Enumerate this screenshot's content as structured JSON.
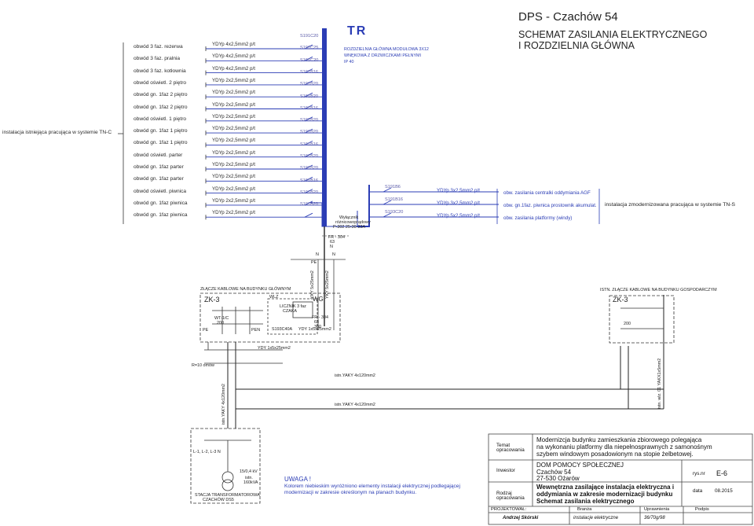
{
  "header": {
    "title": "DPS - Czachów 54",
    "subtitle_line1": "SCHEMAT ZASILANIA ELEKTRYCZNEGO",
    "subtitle_line2": "I ROZDZIELNIA GŁÓWNA"
  },
  "distribution_board": {
    "code": "TR",
    "desc_line1": "ROZDZIELNIA GŁÓWNA MODUŁOWA 3X12",
    "desc_line2": "WNĘKOWA Z DRZWICZKAMI PEŁNYMI",
    "desc_line3": "IP 40"
  },
  "existing_installation_label": "instalacja istniejąca pracująca w systemie TN-C",
  "modernized_installation_label": "instalacja zmodernizowana pracująca w systemie TN-S",
  "left_circuits": [
    {
      "name": "obwód 3 faz. rezerwa",
      "cable": "YDYp 4x2,5mm2  p/t",
      "breaker": "S191C20"
    },
    {
      "name": "obwód 3 faz. pralnia",
      "cable": "YDYp 4x2,5mm2  p/t",
      "breaker": "S191C25"
    },
    {
      "name": "obwód 3 faz. kotłownia",
      "cable": "YDYp 4x2,5mm2  p/t",
      "breaker": "S191C20"
    },
    {
      "name": "obwód oświetl. 2 piętro",
      "cable": "YDYp 2x2,5mm2  p/t",
      "breaker": "S191B16"
    },
    {
      "name": "obwód gn. 1faz 2 piętro",
      "cable": "YDYp 2x2,5mm2  p/t",
      "breaker": "S191B20"
    },
    {
      "name": "obwód gn. 1faz 2 piętro",
      "cable": "YDYp 2x2,5mm2  p/t",
      "breaker": "S191B20"
    },
    {
      "name": "obwód oświetl. 1 piętro",
      "cable": "YDYp 2x2,5mm2  p/t",
      "breaker": "S191B16"
    },
    {
      "name": "obwód gn. 1faz 1 piętro",
      "cable": "YDYp 2x2,5mm2  p/t",
      "breaker": "S191B20"
    },
    {
      "name": "obwód gn. 1faz 1 piętro",
      "cable": "YDYp 2x2,5mm2  p/t",
      "breaker": "S191B20"
    },
    {
      "name": "obwód oświetl. parter",
      "cable": "YDYp 2x2,5mm2  p/t",
      "breaker": "S191B16"
    },
    {
      "name": "obwód gn. 1faz parter",
      "cable": "YDYp 2x2,5mm2  p/t",
      "breaker": "S191B20"
    },
    {
      "name": "obwód gn. 1faz parter",
      "cable": "YDYp 2x2,5mm2  p/t",
      "breaker": "S191B20"
    },
    {
      "name": "obwód oświetl. piwnica",
      "cable": "YDYp 2x2,5mm2  p/t",
      "breaker": "S191B16"
    },
    {
      "name": "obwód gn. 1faz piwnica",
      "cable": "YDYp 2x2,5mm2  p/t",
      "breaker": "S191B20"
    },
    {
      "name": "obwód gn. 1faz piwnica",
      "cable": "YDYp 2x2,5mm2  p/t",
      "breaker": "S191B20"
    }
  ],
  "right_circuits": [
    {
      "breaker": "S191B6",
      "cable": "YDYp 3x2,5mm2  p/t",
      "name": "obw. zasilania centralki oddymiania AGF"
    },
    {
      "breaker": "S191B16",
      "cable": "YDYp 3x2,5mm2  p/t",
      "name": "obw. gn.1faz. piwnica prostownik akumulat."
    },
    {
      "breaker": "S193C20",
      "cable": "YDYp 5x2,5mm2  p/t",
      "name": "obw. zasilania platformy (windy)"
    }
  ],
  "main_switch": {
    "line1": "Wyłącznik",
    "line2": "różnicowoprądowy",
    "line3": "P-302 25-30-33A"
  },
  "surge": {
    "l1": "FR - 304",
    "l2": "63",
    "l3": "N"
  },
  "pen_labels": {
    "n1": "N",
    "n2": "N",
    "pe": "PE"
  },
  "cable_vertical": {
    "c1": "YKY 5x25mm2",
    "c2": "YKY 5x25mm2"
  },
  "zk_left": {
    "title": "ZŁĄCZE KABLOWE NA BUDYNKU GŁÓWNYM",
    "code": "ZK-3",
    "fuse_l": "WT-1/C",
    "fuse_v": "200",
    "pe_label": "PE",
    "pen_label": "PEN"
  },
  "meter": {
    "line1": "LICZNIK 3 faz",
    "line2": "CZAKA",
    "wlz_label": "WLZ",
    "wg_label": "WG",
    "brk": "S193C40A",
    "cable": "YDY 1x5x25mm2"
  },
  "wg": {
    "brk": "FR - 304",
    "v1": "63",
    "v2": "300"
  },
  "zk_cable_bottom": "YDY 1x5x25mm2",
  "rz": "R=10 omów",
  "zk_right": {
    "title": "ISTN. ZŁĄCZE KABLOWE NA BUDYNKU GOSPODARCZYM",
    "code": "ZK-3",
    "fuse_v": "200"
  },
  "cables_horizontal": {
    "upper": "istn.YAKY 4x120mm2",
    "lower": "istn.YAKY 4x120mm2"
  },
  "cable_left_vertical": "istn.YAKY 4x120mm2",
  "cable_right_vertical": "istn. wlz. 01 YAKX1x5mm2",
  "transformer": {
    "phases": "L-1, L-2, L-3  N",
    "kv": "15/0,4 kV",
    "kva_line1": "istn.",
    "kva_line2": "160kVA",
    "station_line1": "STACJA TRANSFORMATOROWA",
    "station_line2": "CZACHÓW DS5"
  },
  "note": {
    "title": "UWAGA !",
    "line1": "Kolorem niebieskim wyróżniono elementy instalacji elektrycznej podlegającej",
    "line2": "modernizacji w zakresie określonym na planach budynku."
  },
  "title_block": {
    "temat_label": "Temat opracowania",
    "temat_line1": "Modernizcja budynku zamieszkania zbiorowego polegająca",
    "temat_line2": "na wykonaniu platformy dla niepełnosprawnych z samonośnym",
    "temat_line3": "szybem windowym posadowionym na stopie żelbetowej.",
    "inwestor_label": "Inwestor",
    "inwestor_line1": "DOM POMOCY SPOŁECZNEJ",
    "inwestor_line2": "Czachów 54",
    "inwestor_line3": "27-530 Ożarów",
    "rodzaj_label": "Rodzaj opracowania",
    "rodzaj_line1": "Wewnętrzna zasilające instalacja elektryczna i",
    "rodzaj_line2": "oddymiania w zakresie modernizacji budynku",
    "rodzaj_line3": "Schemat zasilania elektrycznego",
    "rys_label": "rys.nr",
    "rys_value": "E-6",
    "data_label": "data",
    "data_value": "08.2015",
    "projektowal": "PROJEKTOWAŁ:",
    "branza": "Branża",
    "uprawnienia": "Uprawnienia",
    "podpis": "Podpis",
    "author": "Andrzej Skórski",
    "branza_value": "instalacje elektryczne",
    "uprawnienia_value": "36/70g/98"
  },
  "colors": {
    "accent_blue": "#2b3db5",
    "line": "#333333"
  }
}
